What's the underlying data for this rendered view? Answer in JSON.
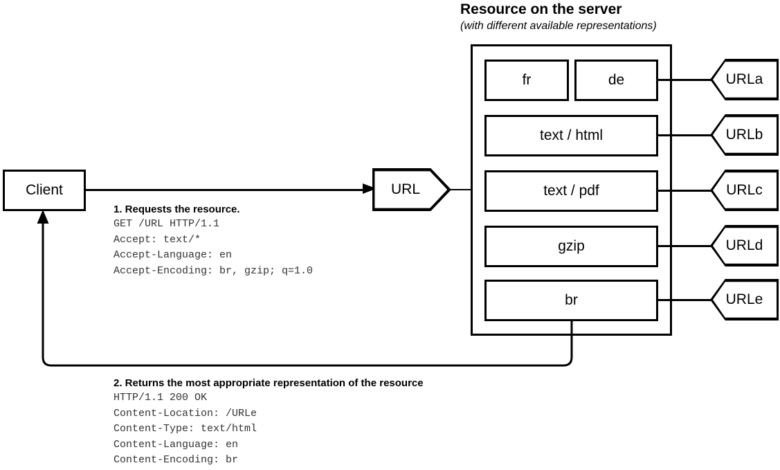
{
  "diagram": {
    "server": {
      "title": "Resource on the server",
      "subtitle": "(with different available representations)",
      "representations": [
        {
          "cells": [
            "fr",
            "de"
          ]
        },
        {
          "cells": [
            "text / html"
          ]
        },
        {
          "cells": [
            "text / pdf"
          ]
        },
        {
          "cells": [
            "gzip"
          ]
        },
        {
          "cells": [
            "br"
          ]
        }
      ],
      "urls": [
        "URLa",
        "URLb",
        "URLc",
        "URLd",
        "URLe"
      ]
    },
    "client": {
      "label": "Client"
    },
    "url_node": {
      "label": "URL"
    },
    "request": {
      "heading": "1. Requests the resource.",
      "lines": [
        "GET /URL HTTP/1.1",
        "Accept: text/*",
        "Accept-Language: en",
        "Accept-Encoding: br, gzip; q=1.0"
      ]
    },
    "response": {
      "heading": "2. Returns the most appropriate representation of the resource",
      "lines": [
        "HTTP/1.1 200 OK",
        "Content-Location: /URLe",
        "Content-Type: text/html",
        "Content-Language: en",
        "Content-Encoding: br"
      ]
    },
    "colors": {
      "stroke": "#000000",
      "background": "#ffffff",
      "mono_text": "#333333"
    }
  }
}
